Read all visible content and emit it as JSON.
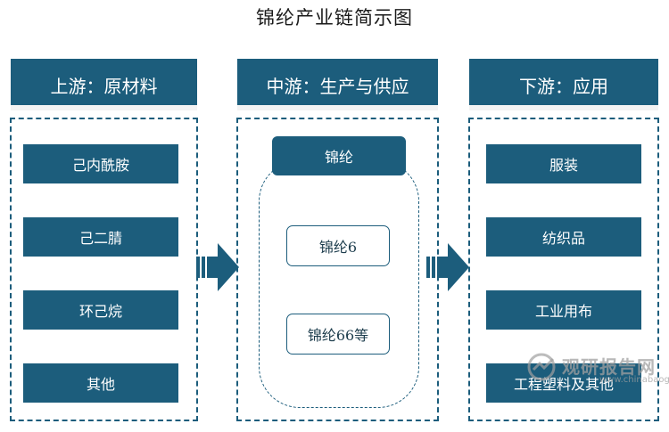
{
  "title": "锦纶产业链简示图",
  "upstream": {
    "header": "上游：原材料",
    "items": [
      "己内酰胺",
      "己二腈",
      "环己烷",
      "其他"
    ]
  },
  "midstream": {
    "header": "中游：生产与供应",
    "group": "锦纶",
    "items": [
      "锦纶6",
      "锦纶66等"
    ]
  },
  "downstream": {
    "header": "下游：应用",
    "items": [
      "服装",
      "纺织品",
      "工业用布",
      "工程塑料及其他"
    ]
  },
  "watermark": {
    "text": "观研报告网",
    "url": "www.chinabaogao.com"
  },
  "colors": {
    "primary": "#1c5d7c",
    "arrow": "#1c5d7c",
    "text_dark": "#1a1a1a"
  }
}
